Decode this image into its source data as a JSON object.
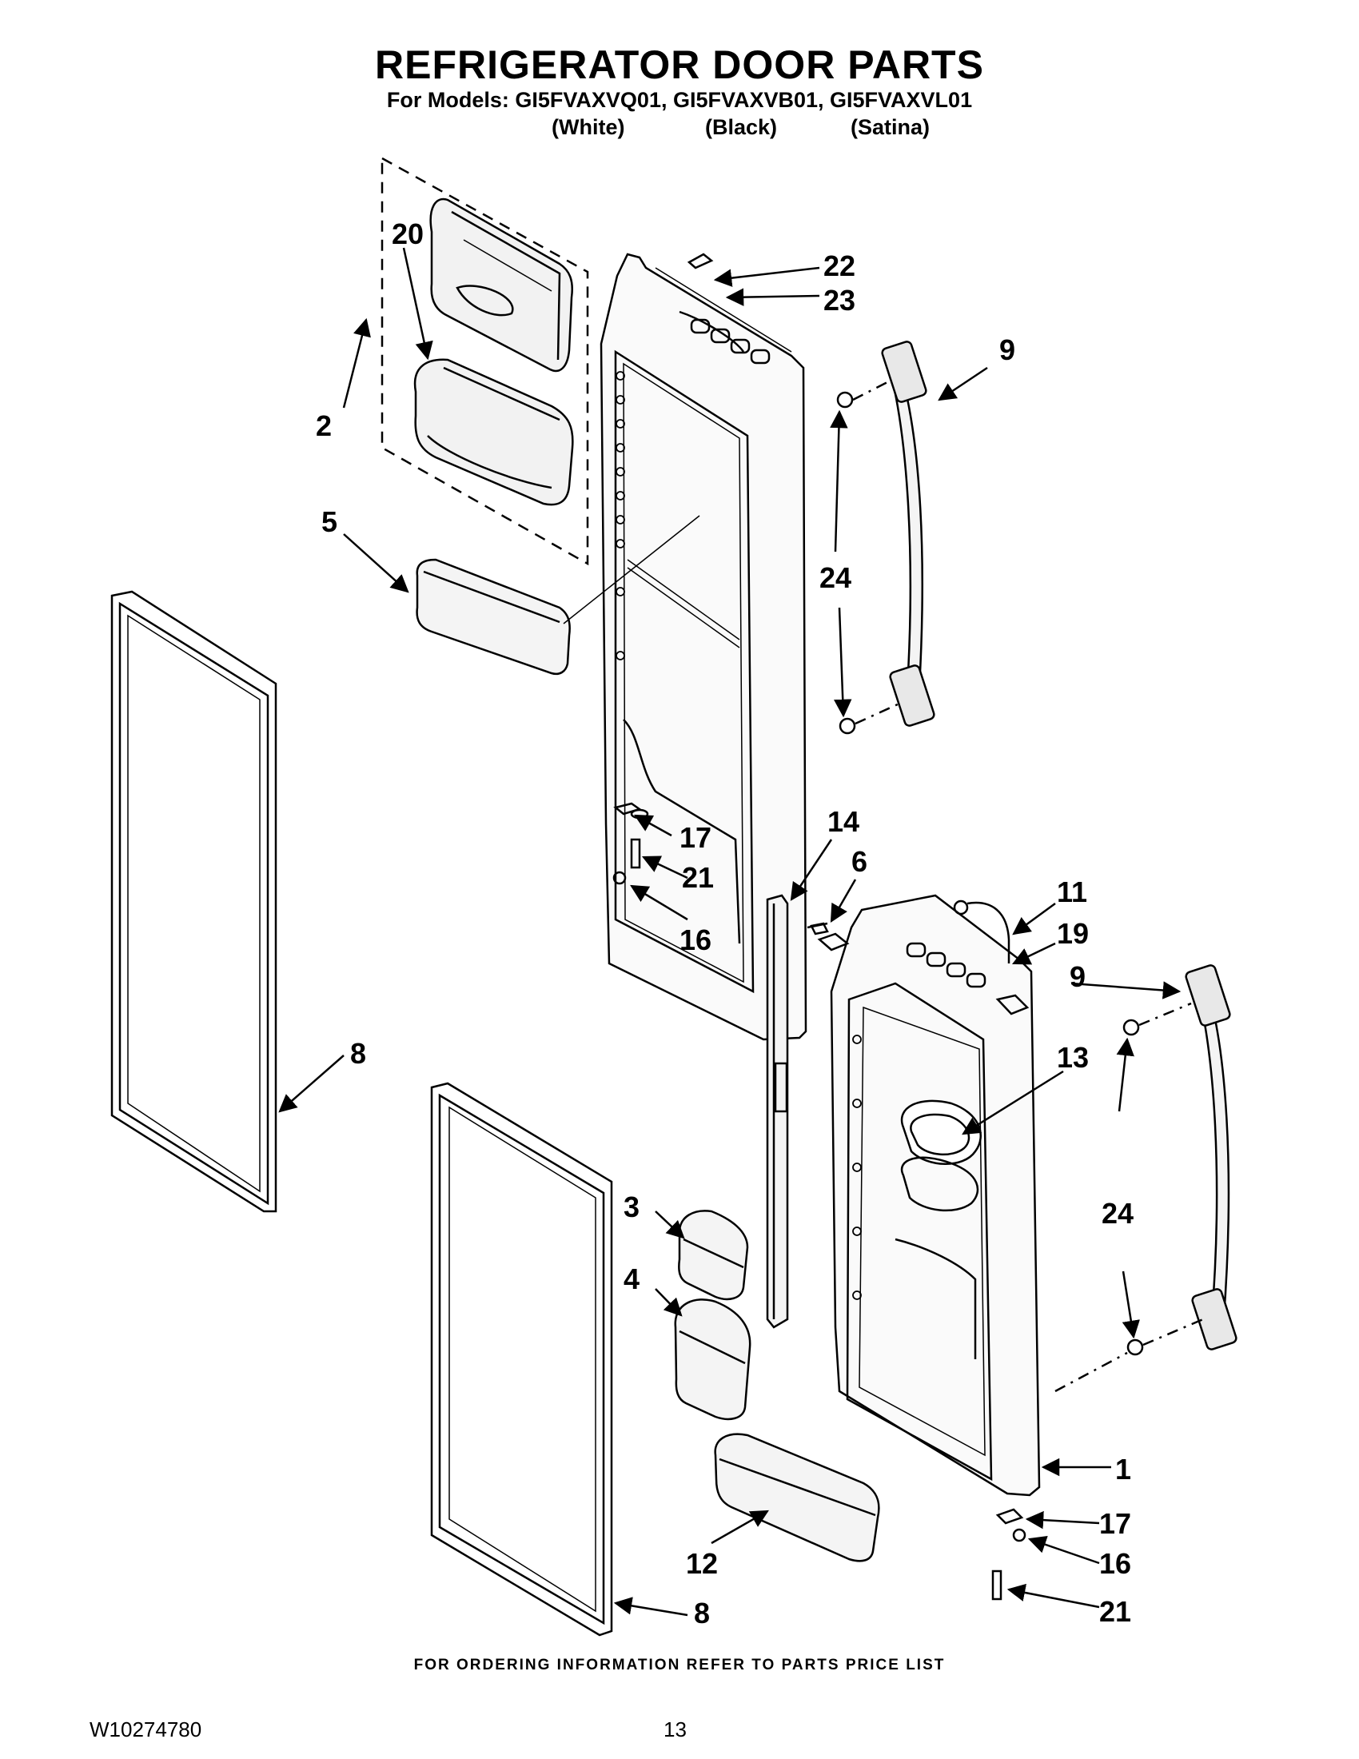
{
  "header": {
    "title": "REFRIGERATOR DOOR PARTS",
    "models_line": "For Models: GI5FVAXVQ01, GI5FVAXVB01, GI5FVAXVL01",
    "variants": [
      "(White)",
      "(Black)",
      "(Satina)"
    ]
  },
  "callouts": {
    "c1": "1",
    "c2": "2",
    "c3": "3",
    "c4": "4",
    "c5": "5",
    "c6": "6",
    "c8a": "8",
    "c8b": "8",
    "c9a": "9",
    "c9b": "9",
    "c11": "11",
    "c12": "12",
    "c13": "13",
    "c14": "14",
    "c16a": "16",
    "c16b": "16",
    "c17a": "17",
    "c17b": "17",
    "c19": "19",
    "c20": "20",
    "c21a": "21",
    "c21b": "21",
    "c22": "22",
    "c23": "23",
    "c24a": "24",
    "c24b": "24"
  },
  "footer": {
    "ordering_note": "FOR ORDERING INFORMATION REFER TO PARTS PRICE LIST",
    "document_id": "W10274780",
    "page_number": "13"
  }
}
